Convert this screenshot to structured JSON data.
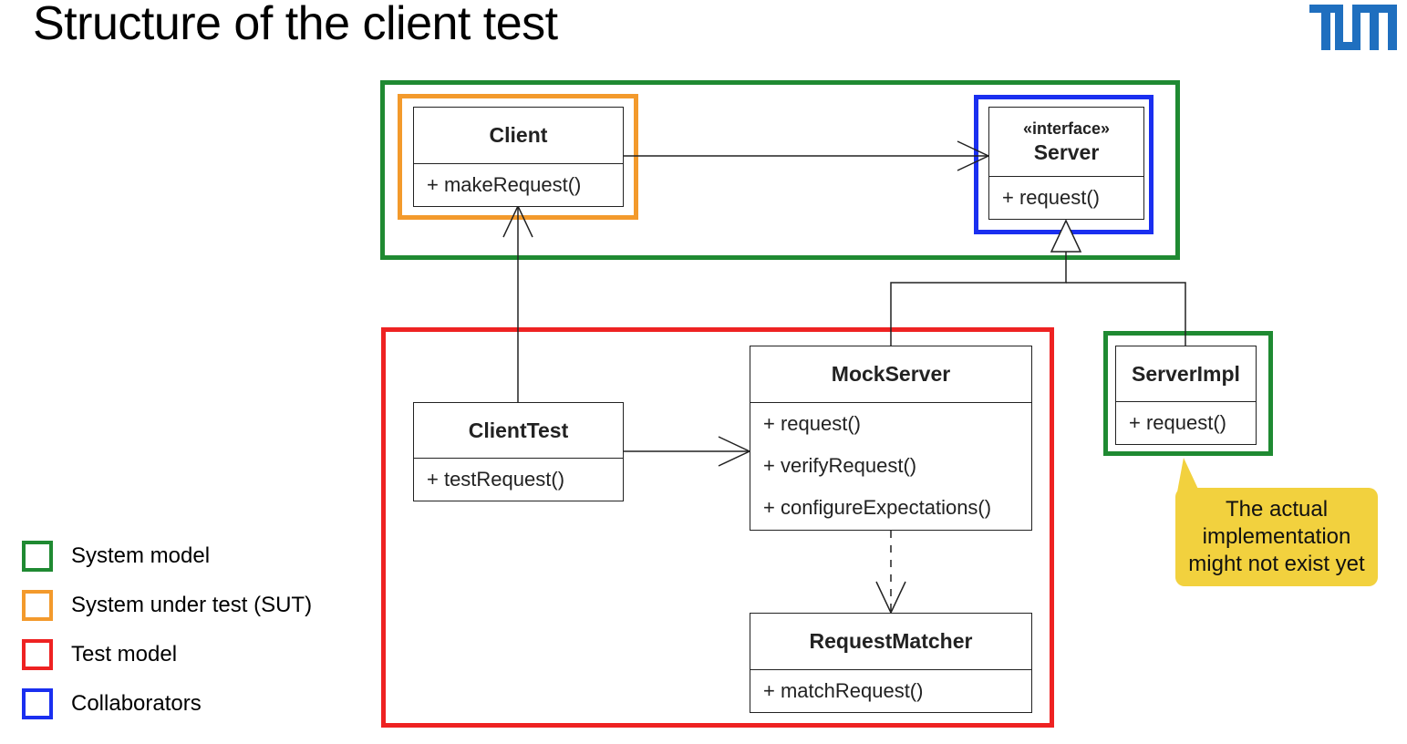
{
  "slide": {
    "title": "Structure of the client test",
    "logo_text": "TUM"
  },
  "colors": {
    "system_model": "#1f8a32",
    "sut": "#f39a2c",
    "test_model": "#ee2222",
    "collaborators": "#1a2ff0",
    "callout": "#f2d13e",
    "logo": "#1f6fbf"
  },
  "classes": {
    "client": {
      "name": "Client",
      "ops": [
        "+ makeRequest()"
      ]
    },
    "server": {
      "stereotype": "«interface»",
      "name": "Server",
      "ops": [
        "+ request()"
      ]
    },
    "client_test": {
      "name": "ClientTest",
      "ops": [
        "+ testRequest()"
      ]
    },
    "mock_server": {
      "name": "MockServer",
      "ops": [
        "+ request()",
        "+ verifyRequest()",
        "+ configureExpectations()"
      ]
    },
    "server_impl": {
      "name": "ServerImpl",
      "ops": [
        "+ request()"
      ]
    },
    "request_matcher": {
      "name": "RequestMatcher",
      "ops": [
        "+ matchRequest()"
      ]
    }
  },
  "legend": [
    {
      "label": "System model",
      "color": "#1f8a32"
    },
    {
      "label": "System under test (SUT)",
      "color": "#f39a2c"
    },
    {
      "label": "Test model",
      "color": "#ee2222"
    },
    {
      "label": "Collaborators",
      "color": "#1a2ff0"
    }
  ],
  "callout": {
    "text": "The actual implementation might not exist yet"
  }
}
